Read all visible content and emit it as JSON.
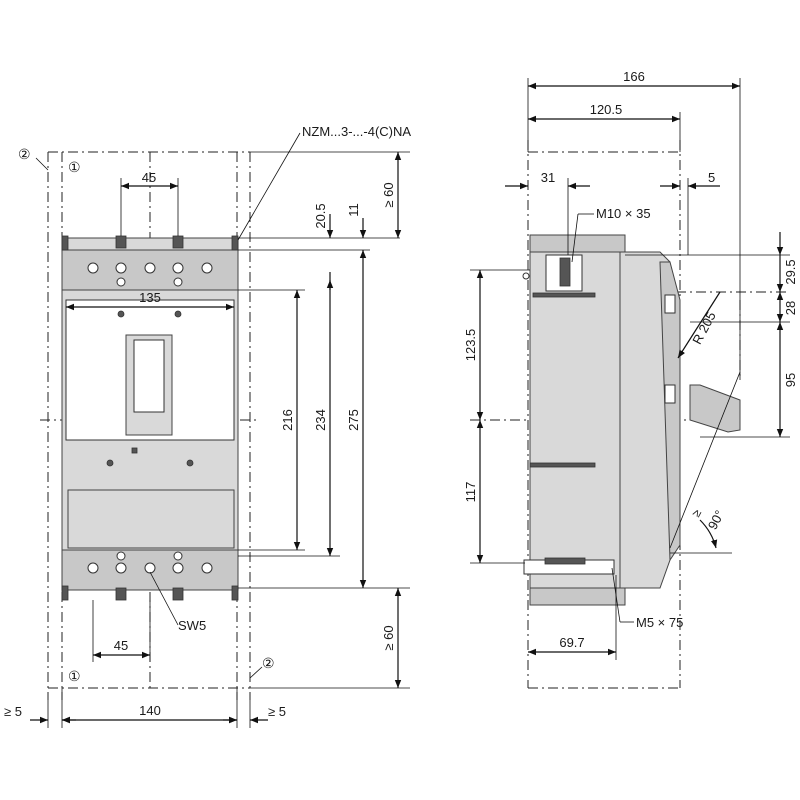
{
  "front_view": {
    "part_label": "NZM...3-...-4(C)NA",
    "callout_1": "①",
    "callout_2": "②",
    "dim_45_top": "45",
    "dim_135": "135",
    "dim_216": "216",
    "dim_234": "234",
    "dim_275": "275",
    "dim_20_5": "20.5",
    "dim_11": "11",
    "dim_60_top": "≥ 60",
    "dim_60_bottom": "≥ 60",
    "dim_45_bottom": "45",
    "dim_140": "140",
    "dim_5_left": "≥ 5",
    "dim_5_right": "≥ 5",
    "wrench_label": "SW5"
  },
  "side_view": {
    "dim_166": "166",
    "dim_120_5": "120.5",
    "dim_31": "31",
    "dim_5": "5",
    "screw_top": "M10 × 35",
    "screw_bottom": "M5 × 75",
    "dim_123_5": "123.5",
    "dim_117": "117",
    "dim_29_5": "29.5",
    "dim_28": "28",
    "dim_95": "95",
    "radius": "R 205",
    "angle": "90°",
    "dim_69_7": "69.7"
  }
}
